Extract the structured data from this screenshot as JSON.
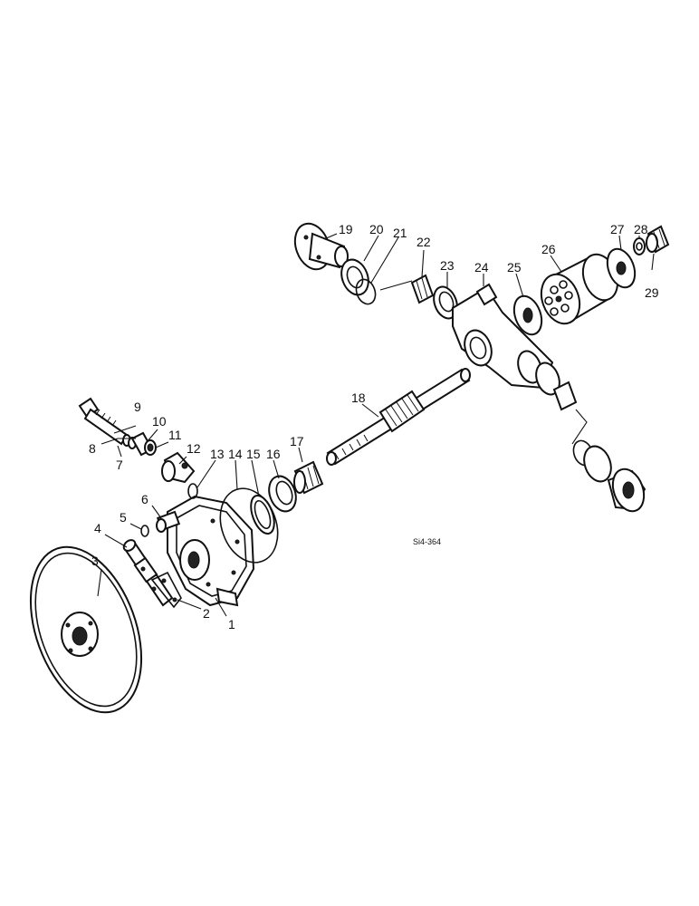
{
  "drawing": {
    "reference_code": "Si4-364"
  },
  "callouts": [
    "1",
    "2",
    "3",
    "4",
    "5",
    "6",
    "7",
    "8",
    "9",
    "10",
    "11",
    "12",
    "13",
    "14",
    "15",
    "16",
    "17",
    "18",
    "19",
    "20",
    "21",
    "22",
    "23",
    "24",
    "25",
    "26",
    "27",
    "28",
    "29"
  ]
}
